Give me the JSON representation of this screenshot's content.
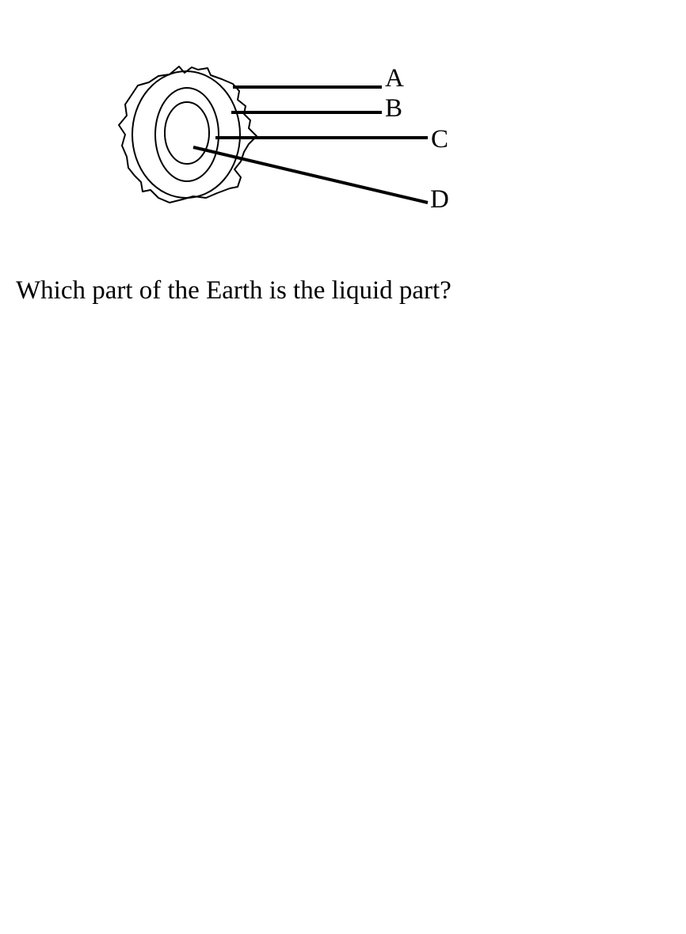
{
  "diagram": {
    "labels": {
      "a": "A",
      "b": "B",
      "c": "C",
      "d": "D"
    }
  },
  "question": {
    "text": "Which part of the Earth is the liquid part?"
  }
}
